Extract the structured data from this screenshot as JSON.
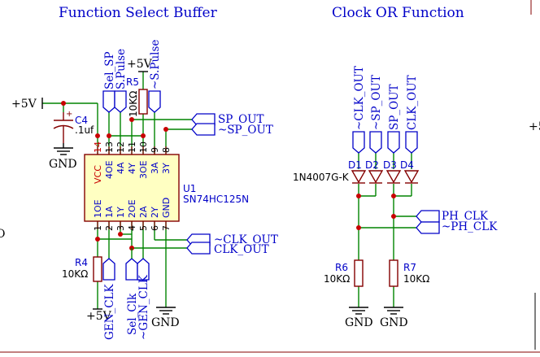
{
  "titles": {
    "buffer": "Function Select Buffer",
    "or": "Clock OR Function"
  },
  "ic": {
    "ref": "U1",
    "part": "SN74HC125N",
    "top_pins": [
      {
        "num": "14",
        "name": "VCC"
      },
      {
        "num": "13",
        "name": "4OE"
      },
      {
        "num": "12",
        "name": "4A"
      },
      {
        "num": "11",
        "name": "4Y"
      },
      {
        "num": "10",
        "name": "3OE"
      },
      {
        "num": "9",
        "name": "3A"
      },
      {
        "num": "8",
        "name": "3Y"
      }
    ],
    "bottom_pins": [
      {
        "num": "1",
        "name": "1OE"
      },
      {
        "num": "2",
        "name": "1A"
      },
      {
        "num": "3",
        "name": "1Y"
      },
      {
        "num": "4",
        "name": "2OE"
      },
      {
        "num": "5",
        "name": "2A"
      },
      {
        "num": "6",
        "name": "2Y"
      },
      {
        "num": "7",
        "name": "GND"
      }
    ]
  },
  "power": {
    "plus5v": "+5V",
    "gnd": "GND"
  },
  "components": {
    "c4": {
      "ref": "C4",
      "value": ".1uf"
    },
    "r5": {
      "ref": "R5",
      "value": "10KΩ"
    },
    "r4": {
      "ref": "R4",
      "value": "10KΩ"
    },
    "r6": {
      "ref": "R6",
      "value": "10KΩ"
    },
    "r7": {
      "ref": "R7",
      "value": "10KΩ"
    },
    "diodes": [
      "D1",
      "D2",
      "D3",
      "D4"
    ],
    "diode_part": "1N4007G-K"
  },
  "nets": {
    "sel_sp": "Sel_SP",
    "s_pulse": "S.Pulse",
    "not_s_pulse": "~S.Pulse",
    "sp_out": "SP_OUT",
    "not_sp_out": "~SP_OUT",
    "not_clk_out": "~CLK_OUT",
    "clk_out": "CLK_OUT",
    "gen_clk": "GEN_CLK",
    "sel_clk": "Sel_Clk",
    "not_gen_clk": "~GEN_CLK",
    "ph_clk": "PH_CLK",
    "not_ph_clk": "~PH_CLK",
    "edge_left": "O",
    "edge_right": "+5"
  }
}
